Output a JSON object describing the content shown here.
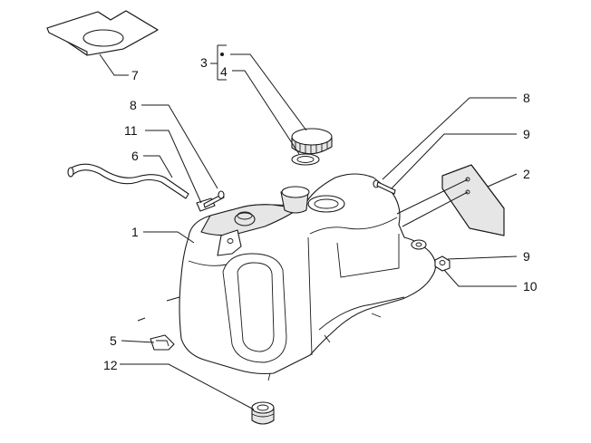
{
  "callouts": {
    "c1": "1",
    "c2": "2",
    "c3": "3",
    "c4": "4",
    "c5": "5",
    "c6": "6",
    "c7": "7",
    "c8_left": "8",
    "c8_right": "8",
    "c9_top": "9",
    "c9_bottom": "9",
    "c10": "10",
    "c11": "11",
    "c12": "12"
  },
  "colors": {
    "line": "#1a1a1a",
    "fill": "#ffffff",
    "shade": "#e6e6e6"
  }
}
